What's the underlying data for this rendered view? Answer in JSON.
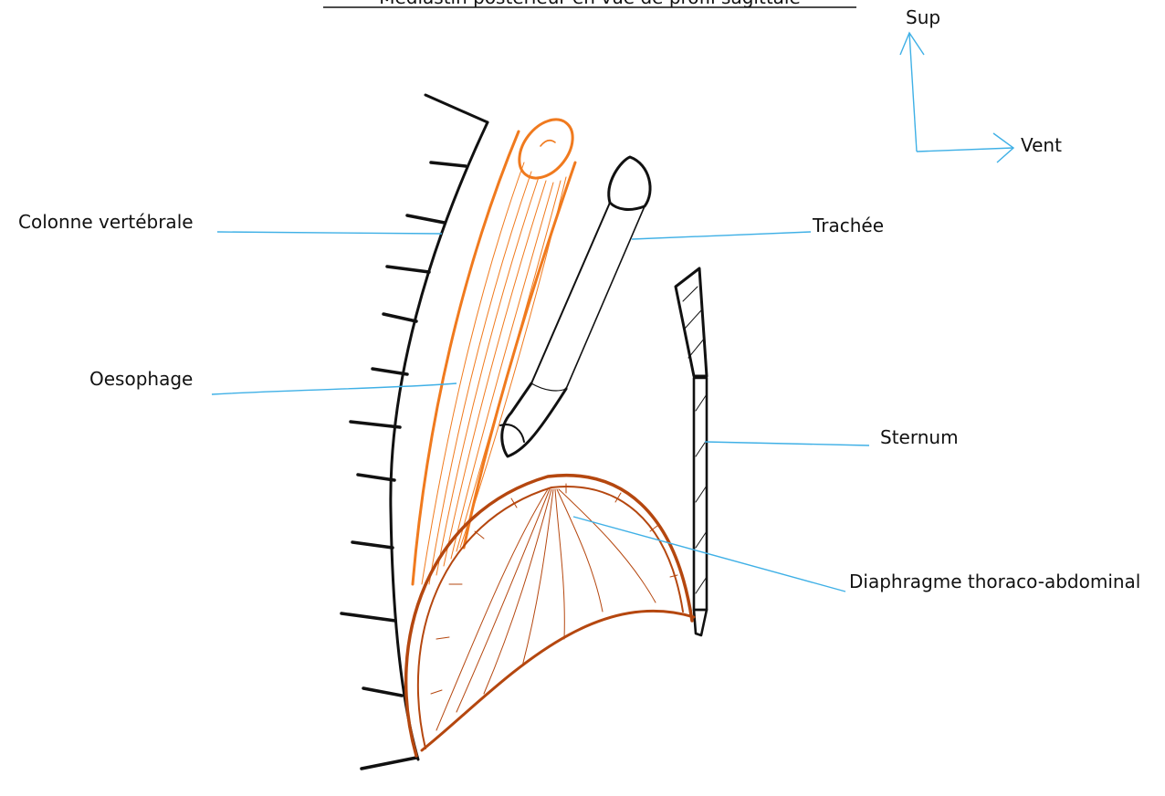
{
  "title": "Médiastin postérieur en vue de profil sagittale",
  "orientation": {
    "up_label": "Sup",
    "right_label": "Vent",
    "arrow_color": "#3fb0e6"
  },
  "labels": {
    "spine": "Colonne vertébrale",
    "trachea": "Trachée",
    "esophagus": "Oesophage",
    "sternum": "Sternum",
    "diaphragm": "Diaphragme thoraco-abdominal"
  },
  "colors": {
    "leader": "#3fb0e6",
    "esophagus": "#f07a1e",
    "diaphragm": "#b5470f",
    "ink": "#111111"
  }
}
